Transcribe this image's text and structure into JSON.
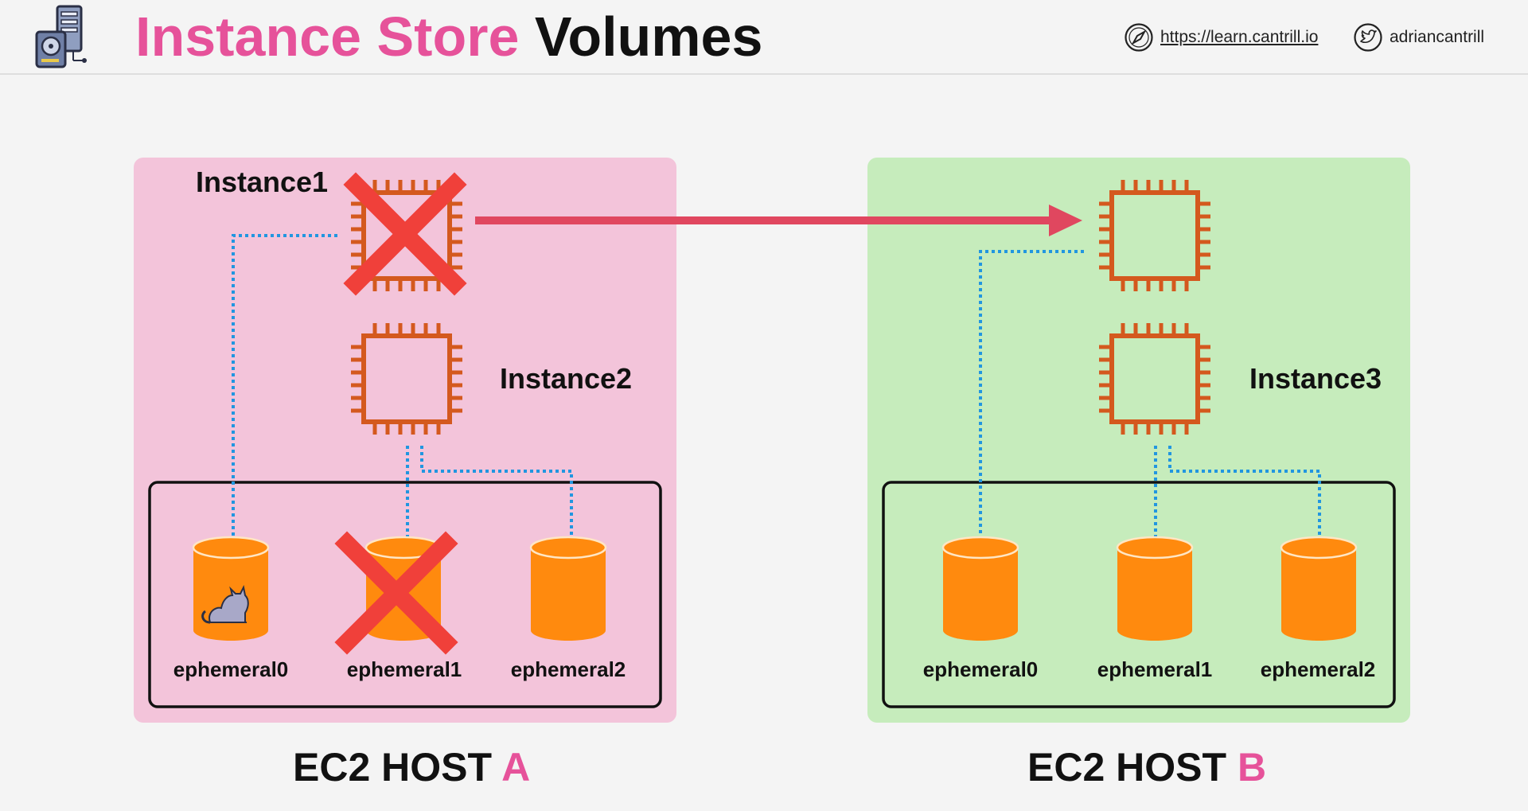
{
  "header": {
    "title_part1": "Instance Store",
    "title_part2": "Volumes",
    "website": "https://learn.cantrill.io",
    "twitter": "adriancantrill",
    "icons": [
      "storage-server-logo-icon",
      "compass-icon",
      "twitter-bird-icon"
    ]
  },
  "colors": {
    "accent_pink": "#e6529a",
    "host_a_bg": "#f3c4da",
    "host_b_bg": "#c6ecbc",
    "chip_orange": "#d4591e",
    "volume_orange": "#ff8a0e",
    "connector_blue": "#2196e0",
    "migration_arrow": "#e0475f",
    "failure_cross": "#f0403a"
  },
  "hosts": {
    "a": {
      "label": "EC2 HOST",
      "letter": "A",
      "instances": [
        {
          "name": "Instance1",
          "failed": true
        },
        {
          "name": "Instance2",
          "failed": false
        }
      ],
      "volumes": [
        {
          "name": "ephemeral0",
          "has_data": true,
          "failed": false
        },
        {
          "name": "ephemeral1",
          "has_data": false,
          "failed": true
        },
        {
          "name": "ephemeral2",
          "has_data": false,
          "failed": false
        }
      ]
    },
    "b": {
      "label": "EC2 HOST",
      "letter": "B",
      "instances": [
        {
          "name": "",
          "failed": false
        },
        {
          "name": "Instance3",
          "failed": false
        }
      ],
      "volumes": [
        {
          "name": "ephemeral0",
          "has_data": false,
          "failed": false
        },
        {
          "name": "ephemeral1",
          "has_data": false,
          "failed": false
        },
        {
          "name": "ephemeral2",
          "has_data": false,
          "failed": false
        }
      ]
    }
  }
}
